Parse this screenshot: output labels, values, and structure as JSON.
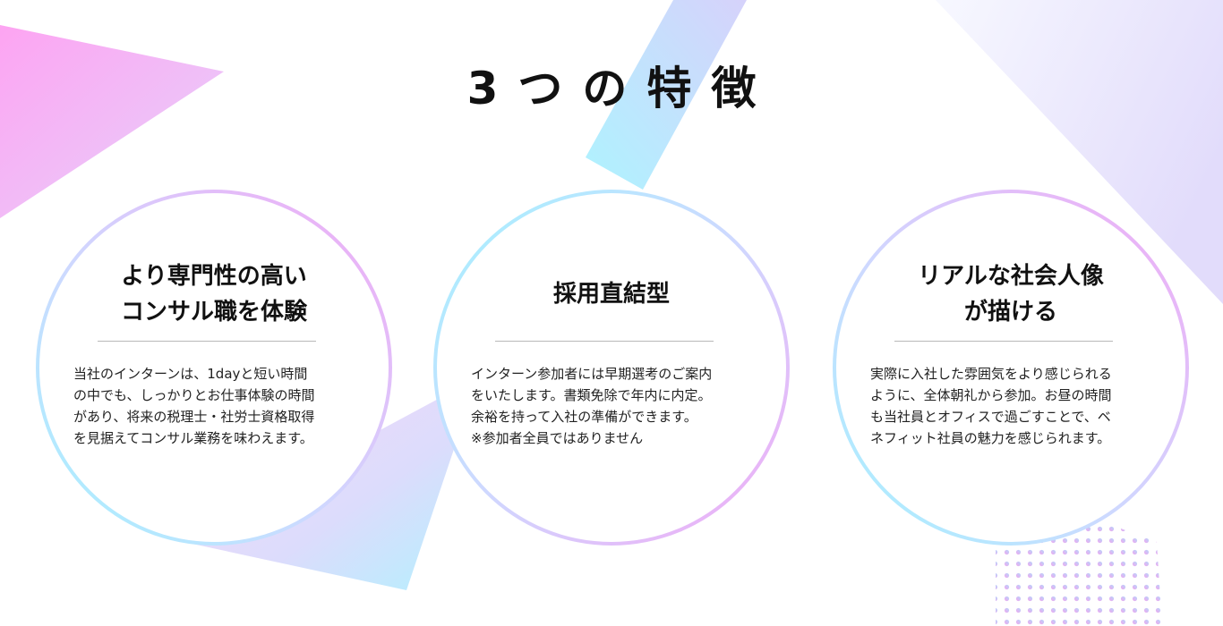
{
  "section": {
    "title": "3つの特徴"
  },
  "features": [
    {
      "title_lines": [
        "より専門性の高い",
        "コンサル職を体験"
      ],
      "text_lines": [
        "当社のインターンは、1dayと短い時間",
        "の中でも、しっかりとお仕事体験の時間",
        "があり、将来の税理士・社労士資格取得",
        "を見据えてコンサル業務を味わえます。"
      ]
    },
    {
      "title_lines": [
        "採用直結型"
      ],
      "text_lines": [
        "インターン参加者には早期選考のご案内",
        "をいたします。書類免除で年内に内定。",
        "余裕を持って入社の準備ができます。",
        "※参加者全員ではありません"
      ]
    },
    {
      "title_lines": [
        "リアルな社会人像",
        "が描ける"
      ],
      "text_lines": [
        "実際に入社した雰囲気をより感じられる",
        "ように、全体朝礼から参加。お昼の時間",
        "も当社員とオフィスで過ごすことで、ベ",
        "ネフィット社員の魅力を感じられます。"
      ]
    }
  ],
  "colors": {
    "gradient_cyan": "#a3f3ff",
    "gradient_lavender": "#cfd8ff",
    "gradient_pink": "#f2a8f4",
    "title_text": "#111111",
    "body_text": "#222222",
    "divider": "#b9b9b9"
  }
}
